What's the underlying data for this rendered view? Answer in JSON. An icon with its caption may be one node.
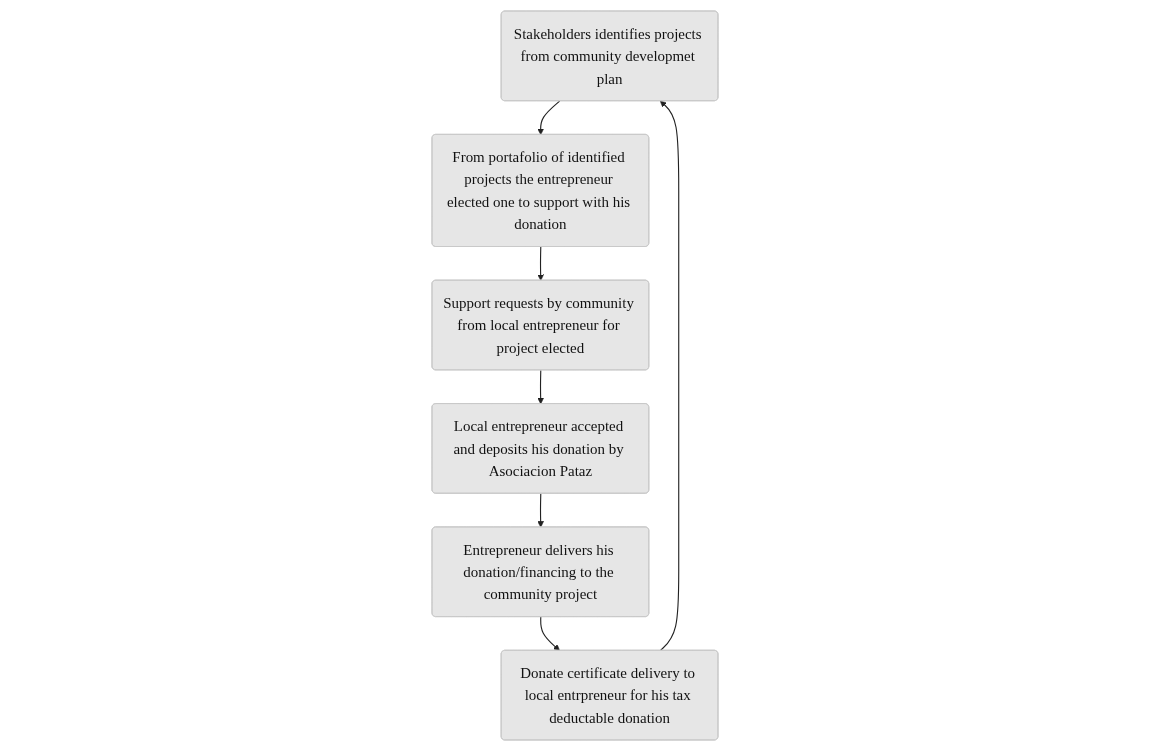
{
  "diagram": {
    "nodes": [
      {
        "text": [
          "Stakeholders identifies projects from community developmet plan"
        ]
      },
      {
        "text": [
          "Donate certificate delivery to local entrpreneur for his tax deductable donation"
        ]
      },
      {
        "text": [
          "From portafolio of identified projects the entrepreneur elected one to support with his donation"
        ]
      },
      {
        "text": [
          "Entrepreneur delivers his donation/financing to the community project"
        ]
      },
      {
        "text": [
          "Support requests by community from local entrepreneur for project elected"
        ]
      },
      {
        "text": [
          "Local entrepreneur accepted and deposits his donation by Asociacion Pataz"
        ]
      }
    ],
    "edges": [
      {
        "from": 0,
        "to": 2,
        "arrow": "to"
      },
      {
        "from": 2,
        "to": 4,
        "arrow": "to"
      },
      {
        "from": 4,
        "to": 5,
        "arrow": "to"
      },
      {
        "from": 5,
        "to": 3,
        "arrow": "to"
      },
      {
        "from": 3,
        "to": 1,
        "arrow": "to"
      },
      {
        "from": 1,
        "to": 0,
        "arrow": "to"
      }
    ]
  }
}
